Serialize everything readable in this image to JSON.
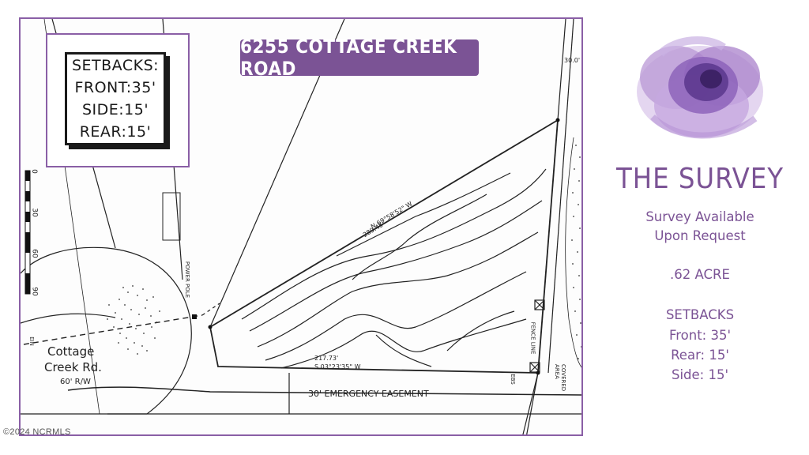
{
  "document": {
    "address": "6255 COTTAGE CREEK ROAD",
    "copyright": "©2024 NCRMLS"
  },
  "setbacks_card": {
    "line1": "SETBACKS:",
    "line2": "FRONT:35'",
    "line3": "SIDE:15'",
    "line4": "REAR:15'"
  },
  "survey_labels": {
    "road_name_1": "Cottage",
    "road_name_2": "Creek Rd.",
    "road_row": "60' R/W",
    "easement": "30' EMERGENCY EASEMENT",
    "bearing_bottom": "S 03°23'35\" W",
    "distance_bottom": "217.73'",
    "bearing_top": "N 69°58'52\" W",
    "distance_top": "289.45'",
    "scale_ticks": [
      "0",
      "30",
      "60",
      "90"
    ],
    "width_30": "30.0'",
    "fence_line": "FENCE LINE",
    "covered_area": "COVERED AREA",
    "power_pole": "POWER POLE",
    "ebs": "EBS",
    "ein": "EIN"
  },
  "right_panel": {
    "title": "THE SURVEY",
    "availability_line1": "Survey Available",
    "availability_line2": "Upon Request",
    "acreage": ".62 ACRE",
    "setbacks_heading": "SETBACKS",
    "front": "Front: 35'",
    "rear": "Rear: 15'",
    "side": "Side: 15'"
  },
  "colors": {
    "brand_purple": "#7b5395",
    "frame_purple": "#8a5fa6",
    "ink": "#1a1a1a"
  }
}
